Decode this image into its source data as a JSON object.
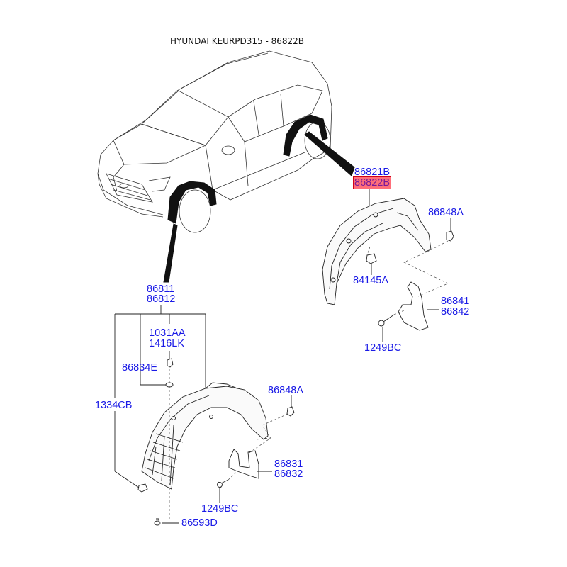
{
  "title": "HYUNDAI KEURPD315 - 86822B",
  "colors": {
    "label": "#1a1ae6",
    "highlight_bg": "#ff6f7a",
    "highlight_text": "#7a1a9a",
    "highlight_border": "#d00018",
    "line": "#222222"
  },
  "rear_group": {
    "liner_labels": [
      "86821B",
      "86822B"
    ],
    "highlighted": "86822B",
    "clip_top": "86848A",
    "nut": "84145A",
    "mudguard_labels": [
      "86841",
      "86842"
    ],
    "screw": "1249BC"
  },
  "front_group": {
    "liner_labels": [
      "86811",
      "86812"
    ],
    "screw_labels": [
      "1031AA",
      "1416LK"
    ],
    "washer": "86834E",
    "clip_side": "1334CB",
    "clip_top": "86848A",
    "mudguard_labels": [
      "86831",
      "86832"
    ],
    "screw": "1249BC",
    "bottom_clip": "86593D"
  }
}
